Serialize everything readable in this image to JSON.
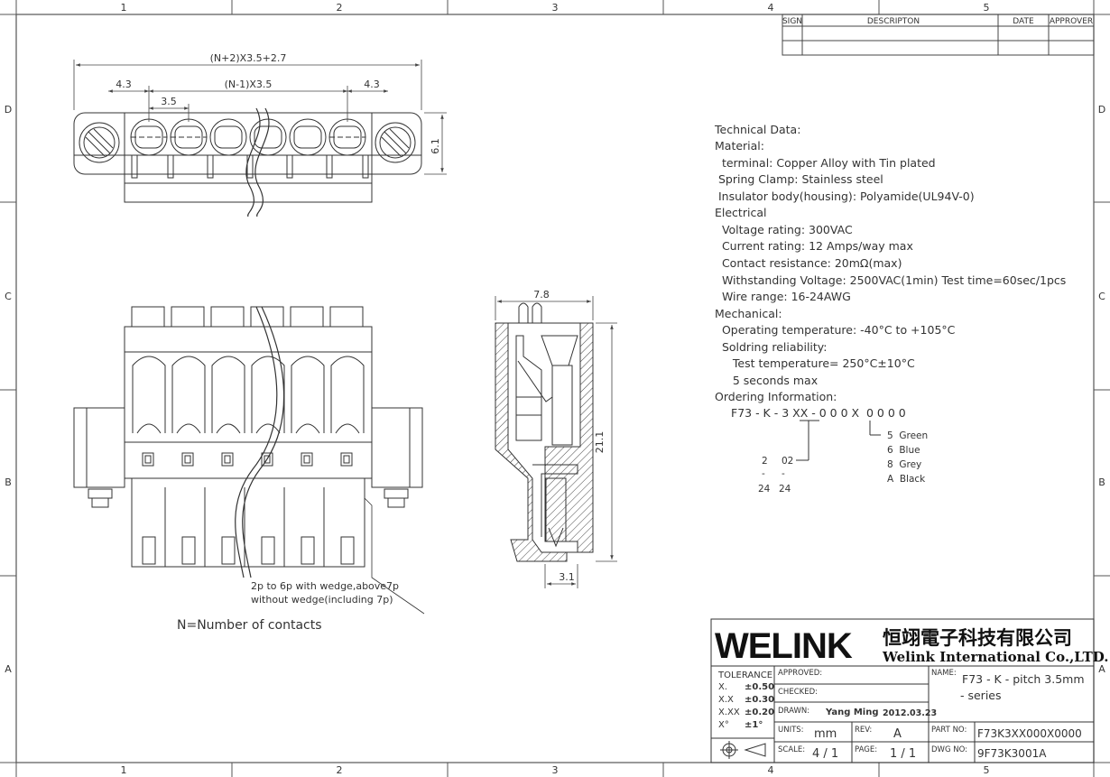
{
  "frame": {
    "columns": [
      "1",
      "2",
      "3",
      "4",
      "5"
    ],
    "rows": [
      "D",
      "C",
      "B",
      "A"
    ]
  },
  "revision_table": {
    "headers": [
      "SIGN",
      "DESCRIPTON",
      "DATE",
      "APPROVER"
    ]
  },
  "top_view": {
    "dim_overall": "(N+2)X3.5+2.7",
    "dim_left": "4.3",
    "dim_pitch_count": "(N-1)X3.5",
    "dim_right": "4.3",
    "dim_pitch": "3.5",
    "dim_height": "6.1"
  },
  "side_view": {
    "dim_width": "7.8",
    "dim_height": "21.1",
    "dim_pin": "3.1"
  },
  "front_view": {
    "note_line1": "2p to 6p with wedge,above7p",
    "note_line2": "without wedge(including 7p)",
    "n_note": "N=Number of contacts"
  },
  "tech": {
    "lines": [
      "Technical Data:",
      "Material:",
      "  terminal: Copper Alloy with Tin plated",
      " Spring Clamp: Stainless steel",
      " Insulator body(housing): Polyamide(UL94V-0)",
      "Electrical",
      "  Voltage rating: 300VAC",
      "  Current rating: 12 Amps/way max",
      "  Contact resistance: 20mΩ(max)",
      "  Withstanding Voltage: 2500VAC(1min) Test time=60sec/1pcs",
      "  Wire range: 16-24AWG",
      "Mechanical:",
      "  Operating temperature: -40°C to +105°C",
      "  Soldring reliability:",
      "     Test temperature= 250°C±10°C",
      "     5 seconds max",
      "Ordering Information:"
    ],
    "order_code": "F73 - K - 3 XX - 0 0 0 X  0 0 0 0",
    "pins": {
      "a": "2",
      "a_code": "02",
      "dash1": "-",
      "dash2": "-",
      "b": "24",
      "b_code": "24"
    },
    "colors": [
      "5  Green",
      "6  Blue",
      "8  Grey",
      "A  Black"
    ]
  },
  "title_block": {
    "logo": "WELINK",
    "company_cn": "恒翊電子科技有限公司",
    "company_en": "Welink International Co.,LTD.",
    "tolerance_label": "TOLERANCE",
    "tolerances": [
      {
        "k": "X.",
        "v": "±0.50"
      },
      {
        "k": "X.X",
        "v": "±0.30"
      },
      {
        "k": "X.XX",
        "v": "±0.20"
      },
      {
        "k": "X°",
        "v": "±1°"
      }
    ],
    "approved_label": "APPROVED:",
    "checked_label": "CHECKED:",
    "drawn_label": "DRAWN:",
    "drawn_by": "Yang Ming",
    "drawn_date": "2012.03.23",
    "units_label": "UNITS:",
    "units": "mm",
    "rev_label": "REV:",
    "rev": "A",
    "scale_label": "SCALE:",
    "scale": "4 / 1",
    "page_label": "PAGE:",
    "page": "1 / 1",
    "name_label": "NAME:",
    "name_line1": "F73 - K - pitch 3.5mm",
    "name_line2": "- series",
    "part_label": "PART NO:",
    "part_no": "F73K3XX000X0000",
    "dwg_label": "DWG NO:",
    "dwg_no": "9F73K3001A"
  }
}
